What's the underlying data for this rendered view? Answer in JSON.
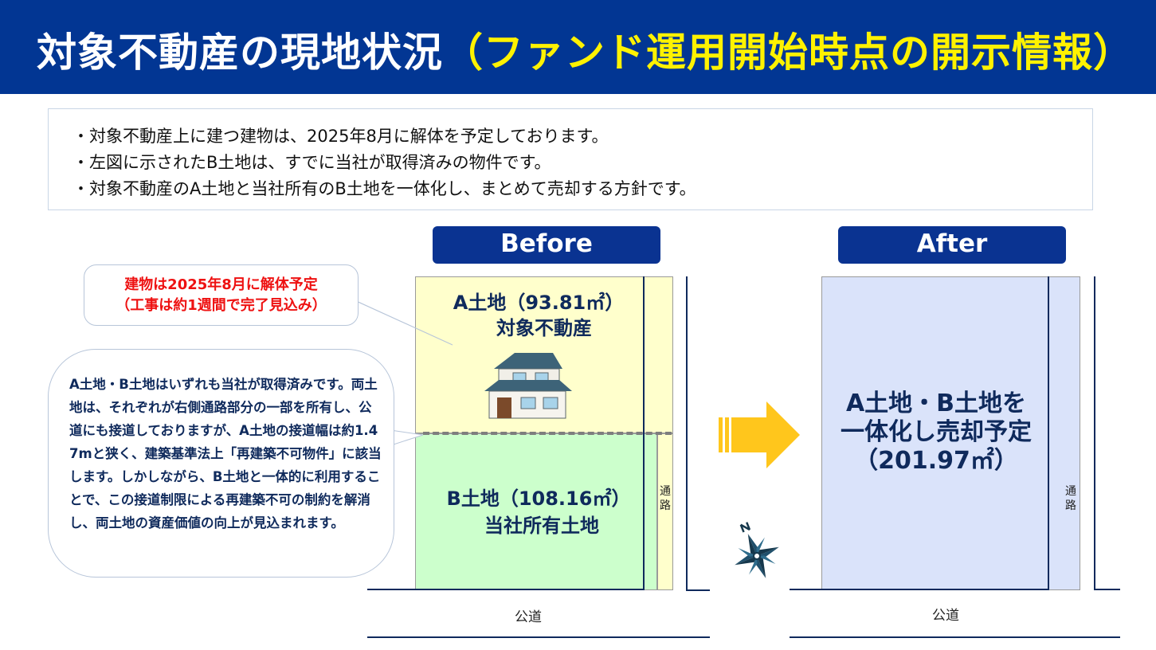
{
  "header": {
    "title_main": "対象不動産の現地状況",
    "title_accent": "（ファンド運用開始時点の開示情報）",
    "bg_color": "#023693",
    "accent_color": "#fff200"
  },
  "notes": [
    "対象不動産上に建つ建物は、2025年8月に解体を予定しております。",
    "左図に示されたB土地は、すでに当社が取得済みの物件です。",
    "対象不動産のA土地と当社所有のB土地を一体化し、まとめて売却する方針です。"
  ],
  "before": {
    "tab_label": "Before",
    "a_land": {
      "line1": "A土地（93.81㎡）",
      "line2": "対象不動産",
      "color": "#ffffcc"
    },
    "b_land": {
      "line1": "B土地（108.16㎡）",
      "line2": "当社所有土地",
      "color": "#ccffcc"
    },
    "road_label": "通路",
    "public_road": "公道"
  },
  "after": {
    "tab_label": "After",
    "land": {
      "line1": "A土地・B土地を",
      "line2": "一体化し売却予定",
      "line3": "（201.97㎡）",
      "color": "#dae3fa"
    },
    "road_label": "通路",
    "public_road": "公道"
  },
  "callouts": {
    "demolition": {
      "line1": "建物は2025年8月に解体予定",
      "line2": "（工事は約1週間で完了見込み）"
    },
    "explanation": "A土地・B土地はいずれも当社が取得済みです。両土地は、それぞれが右側通路部分の一部を所有し、公道にも接道しておりますが、A土地の接道幅は約1.47mと狭く、建築基準法上「再建築不可物件」に該当します。しかしながら、B土地と一体的に利用することで、この接道制限による再建築不可の制約を解消し、両土地の資産価値の向上が見込まれます。"
  },
  "icons": {
    "house": "house-icon",
    "arrow": "right-arrow-icon",
    "compass": "compass-rose-icon"
  }
}
